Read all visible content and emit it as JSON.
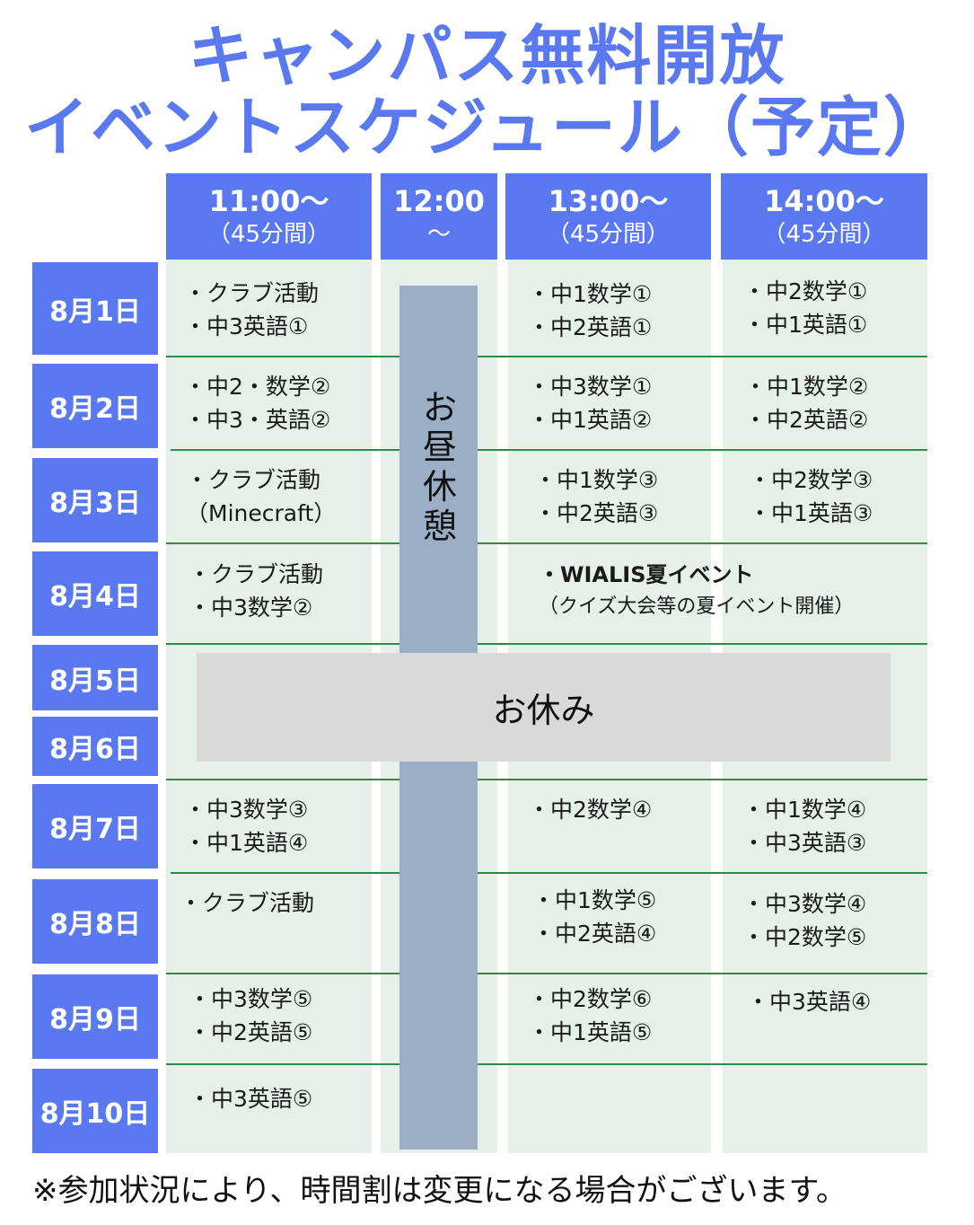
{
  "title": {
    "line1": "キャンパス無料開放",
    "line2": "イベントスケジュール（予定）"
  },
  "headers": [
    {
      "time": "11:00～",
      "duration": "（45分間）"
    },
    {
      "time": "12:00",
      "duration": "～"
    },
    {
      "time": "13:00～",
      "duration": "（45分間）"
    },
    {
      "time": "14:00～",
      "duration": "（45分間）"
    }
  ],
  "days": [
    "8月1日",
    "8月2日",
    "8月3日",
    "8月4日",
    "8月5日",
    "8月6日",
    "8月7日",
    "8月8日",
    "8月9日",
    "8月10日"
  ],
  "lunch": {
    "chars": [
      "お",
      "昼",
      "休",
      "憩"
    ]
  },
  "rest": "お休み",
  "schedule": {
    "d1": {
      "c11": [
        "・クラブ活動",
        "・中3英語①"
      ],
      "c13": [
        "・中1数学①",
        "・中2英語①"
      ],
      "c14": [
        "・中2数学①",
        "・中1英語①"
      ]
    },
    "d2": {
      "c11": [
        "・中2・数学②",
        "・中3・英語②"
      ],
      "c13": [
        "・中3数学①",
        "・中1英語②"
      ],
      "c14": [
        "・中1数学②",
        "・中2英語②"
      ]
    },
    "d3": {
      "c11": [
        "・クラブ活動",
        "（Minecraft）"
      ],
      "c13": [
        "・中1数学③",
        "・中2英語③"
      ],
      "c14": [
        "・中2数学③",
        "・中1英語③"
      ]
    },
    "d4": {
      "c11": [
        "・クラブ活動",
        "・中3数学②"
      ],
      "event_title": "・WIALIS夏イベント",
      "event_desc": "（クイズ大会等の夏イベント開催）"
    },
    "d7": {
      "c11": [
        "・中3数学③",
        "・中1英語④"
      ],
      "c13": [
        "・中2数学④"
      ],
      "c14": [
        "・中1数学④",
        "・中3英語③"
      ]
    },
    "d8": {
      "c11": [
        "・クラブ活動"
      ],
      "c13": [
        "・中1数学⑤",
        "・中2英語④"
      ],
      "c14": [
        "・中3数学④",
        "・中2数学⑤"
      ]
    },
    "d9": {
      "c11": [
        "・中3数学⑤",
        "・中2英語⑤"
      ],
      "c13": [
        "・中2数学⑥",
        "・中1英語⑤"
      ],
      "c14": [
        "・中3英語④"
      ]
    },
    "d10": {
      "c11": [
        "・中3英語⑤"
      ]
    }
  },
  "footer": "※参加状況により、時間割は変更になる場合がございます。",
  "colors": {
    "accent": "#5a78f0",
    "cell_bg": "#e6efea",
    "lunch_bar": "#9aafc5",
    "rest_box": "#d9d9d9",
    "divider": "#2f8a45"
  }
}
